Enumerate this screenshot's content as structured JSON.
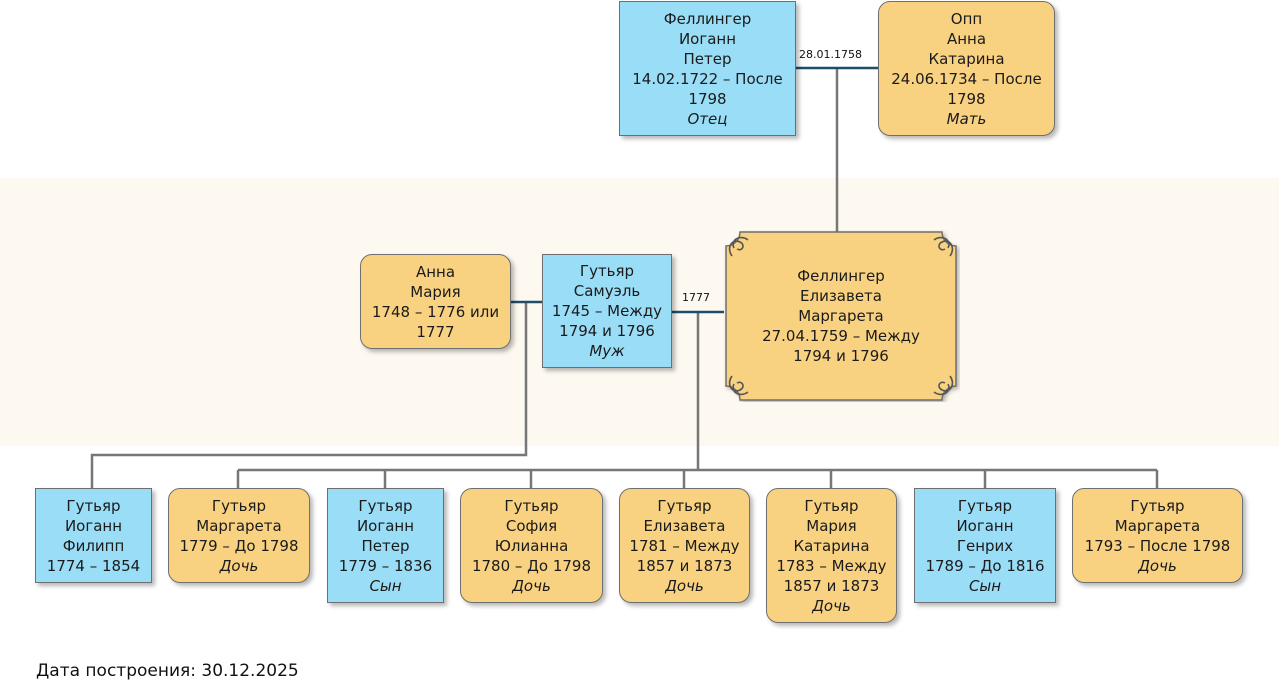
{
  "parents": {
    "father": {
      "surname": "Феллингер",
      "given1": "Иоганн",
      "given2": "Петер",
      "dates1": "14.02.1722 – После",
      "dates2": "1798",
      "role": "Отец"
    },
    "mother": {
      "surname": "Опп",
      "given1": "Анна",
      "given2": "Катарина",
      "dates1": "24.06.1734 – После",
      "dates2": "1798",
      "role": "Мать"
    },
    "marriage_date": "28.01.1758"
  },
  "middle": {
    "anna": {
      "given1": "Анна",
      "given2": "Мария",
      "dates1": "1748 – 1776 или",
      "dates2": "1777"
    },
    "husband": {
      "surname": "Гутьяр",
      "given": "Самуэль",
      "dates1": "1745 – Между",
      "dates2": "1794 и 1796",
      "role": "Муж"
    },
    "marriage_date": "1777",
    "focus": {
      "surname": "Феллингер",
      "given1": "Елизавета",
      "given2": "Маргарета",
      "dates1": "27.04.1759 – Между",
      "dates2": "1794 и 1796"
    }
  },
  "children": [
    {
      "line1": "Гутьяр",
      "line2": "Иоганн",
      "line3": "Филипп",
      "line4": "1774 – 1854",
      "line5": "",
      "role": ""
    },
    {
      "line1": "Гутьяр",
      "line2": "Маргарета",
      "line3": "1779 – До 1798",
      "line4": "",
      "line5": "",
      "role": "Дочь"
    },
    {
      "line1": "Гутьяр",
      "line2": "Иоганн",
      "line3": "Петер",
      "line4": "1779 – 1836",
      "line5": "",
      "role": "Сын"
    },
    {
      "line1": "Гутьяр",
      "line2": "София",
      "line3": "Юлианна",
      "line4": "1780 – До 1798",
      "line5": "",
      "role": "Дочь"
    },
    {
      "line1": "Гутьяр",
      "line2": "Елизавета",
      "line3": "1781 – Между",
      "line4": "1857 и 1873",
      "line5": "",
      "role": "Дочь"
    },
    {
      "line1": "Гутьяр",
      "line2": "Мария",
      "line3": "Катарина",
      "line4": "1783 – Между",
      "line5": "1857 и 1873",
      "role": "Дочь"
    },
    {
      "line1": "Гутьяр",
      "line2": "Иоганн",
      "line3": "Генрих",
      "line4": "1789 – До 1816",
      "line5": "",
      "role": "Сын"
    },
    {
      "line1": "Гутьяр",
      "line2": "Маргарета",
      "line3": "1793 – После 1798",
      "line4": "",
      "line5": "",
      "role": "Дочь"
    }
  ],
  "footer": {
    "label": "Дата построения:",
    "date": "30.12.2025"
  },
  "colors": {
    "male_fill": "#9addf7",
    "female_fill": "#f9d281",
    "connector": "#777777",
    "marriage_connector": "#1f4e6a",
    "band": "#fdf9f1"
  }
}
